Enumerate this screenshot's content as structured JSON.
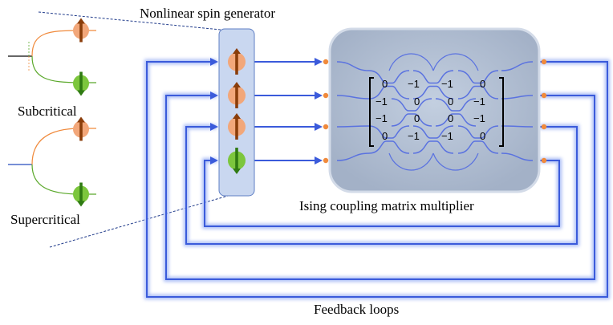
{
  "labels": {
    "generator": "Nonlinear spin generator",
    "subcritical": "Subcritical",
    "supercritical": "Supercritical",
    "multiplier": "Ising coupling matrix multiplier",
    "feedback": "Feedback loops"
  },
  "spins": [
    "up",
    "up",
    "up",
    "down"
  ],
  "matrix": [
    [
      "0",
      "−1",
      "−1",
      "0"
    ],
    [
      "−1",
      "0",
      "0",
      "−1"
    ],
    [
      "−1",
      "0",
      "0",
      "−1"
    ],
    [
      "0",
      "−1",
      "−1",
      "0"
    ]
  ],
  "colors": {
    "loop": "#3b5bdb",
    "loop_glow": "#9fb4f5",
    "spin_up": "#f2a77a",
    "spin_down": "#7cc63d",
    "arrow_up": "#8a3d0a",
    "arrow_down": "#2f7a12",
    "generator_fill": "#c9d7f0",
    "multiplier_fill": "#aab7cc",
    "port": "#f08a3c",
    "bifurcation_up": "#f08a3c",
    "bifurcation_down": "#5aa82a"
  }
}
